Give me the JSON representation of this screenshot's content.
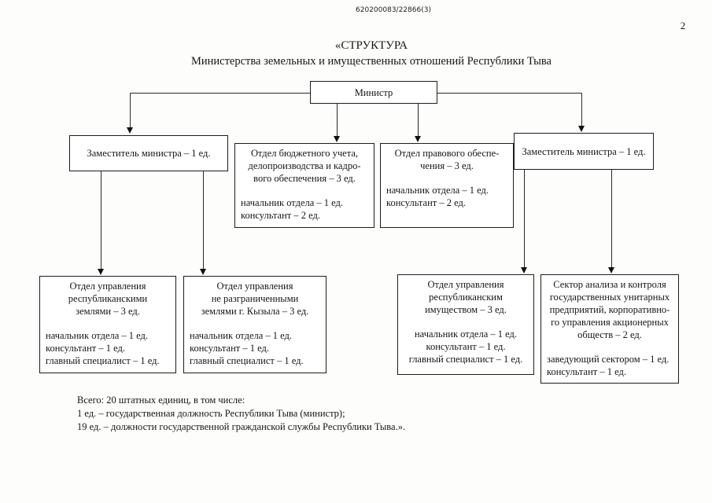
{
  "page": {
    "ref_number": "620200083/22866(3)",
    "page_number": "2"
  },
  "title": {
    "line1": "«СТРУКТУРА",
    "line2": "Министерства земельных и имущественных отношений Республики Тыва"
  },
  "org": {
    "minister": {
      "label": "Министр"
    },
    "deputy_left": {
      "label": "Заместитель министра – 1 ед."
    },
    "deputy_right": {
      "label": "Заместитель министра – 1 ед."
    },
    "dept_budget": {
      "title_lines": [
        "Отдел бюджетного учета,",
        "делопроизводства и кадро-",
        "вого обеспечения – 3 ед."
      ],
      "staff_lines": [
        "начальник отдела – 1 ед.",
        "консультант – 2 ед."
      ]
    },
    "dept_legal": {
      "title_lines": [
        "Отдел правового обеспе-",
        "чения – 3 ед."
      ],
      "staff_lines": [
        "начальник отдела – 1 ед.",
        "консультант – 2 ед."
      ]
    },
    "dept_rep_lands": {
      "title_lines": [
        "Отдел управления",
        "республиканскими",
        "землями – 3 ед."
      ],
      "staff_lines": [
        "начальник отдела – 1 ед.",
        "консультант – 1 ед.",
        "главный специалист – 1 ед."
      ]
    },
    "dept_undelimited_lands": {
      "title_lines": [
        "Отдел управления",
        "не разграниченными",
        "землями г. Кызыла – 3 ед."
      ],
      "staff_lines": [
        "начальник отдела – 1 ед.",
        "консультант – 1 ед.",
        "главный специалист – 1 ед."
      ]
    },
    "dept_rep_property": {
      "title_lines": [
        "Отдел управления",
        "республиканским",
        "имуществом – 3 ед."
      ],
      "staff_lines": [
        "начальник отдела – 1 ед.",
        "консультант – 1 ед.",
        "главный специалист – 1 ед."
      ]
    },
    "sector_analysis": {
      "title_lines": [
        "Сектор анализа и контроля",
        "государственных унитарных",
        "предприятий, корпоративно-",
        "го управления акционерных",
        "обществ – 2 ед."
      ],
      "staff_lines": [
        "заведующий сектором – 1 ед.",
        "консультант – 1 ед."
      ]
    }
  },
  "footer": {
    "lines": [
      "Всего: 20 штатных единиц, в том числе:",
      "1 ед. – государственная должность Республики Тыва (министр);",
      "19 ед. – должности государственной гражданской службы Республики Тыва.»."
    ]
  },
  "colors": {
    "ink": "#161616",
    "paper": "#fdfdfc",
    "box_border": "#1d1d1d"
  }
}
